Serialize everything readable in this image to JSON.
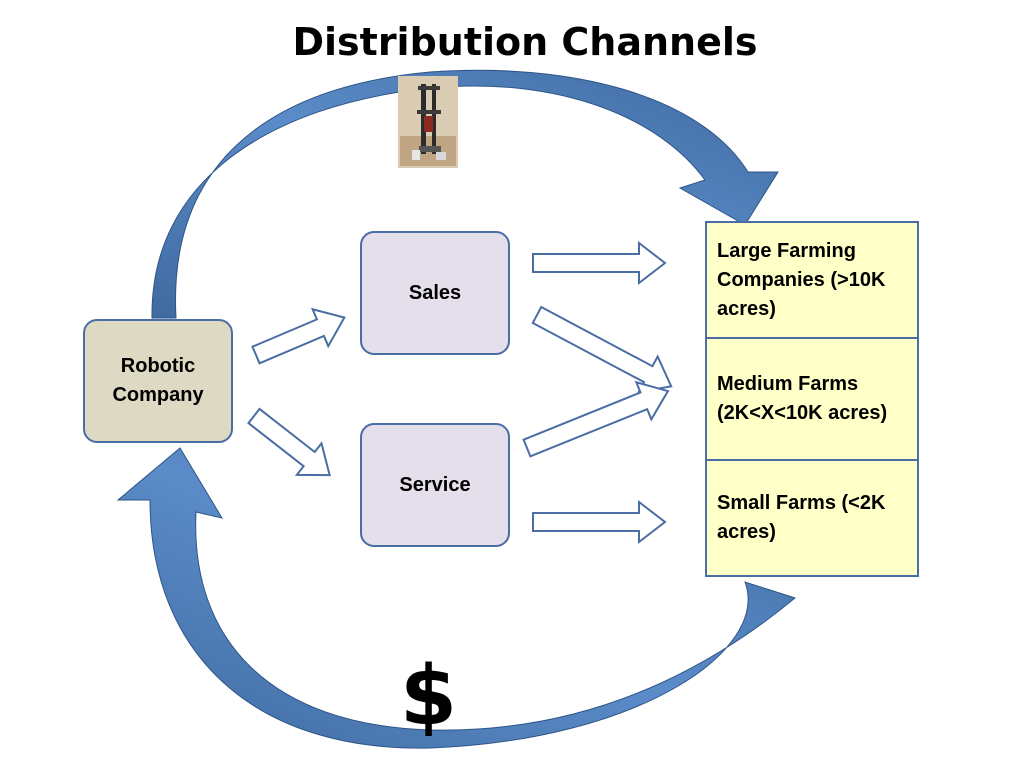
{
  "title": "Distribution Channels",
  "nodes": {
    "robotic_company": "Robotic Company",
    "sales": "Sales",
    "service": "Service"
  },
  "segments": [
    "Large Farming Companies (>10K acres)",
    "Medium Farms (2K<X<10K acres)",
    "Small Farms (<2K acres)"
  ],
  "money_symbol": "$",
  "colors": {
    "arc_blue": "#4f81bd",
    "arc_dark": "#3a6294",
    "robotic_fill": "#ddd9c3",
    "channel_fill": "#e5dfec",
    "segment_fill": "#ffffc8",
    "outline": "#4a6ea3"
  },
  "icons": {
    "robot_photo": "robot-prototype-photo"
  }
}
